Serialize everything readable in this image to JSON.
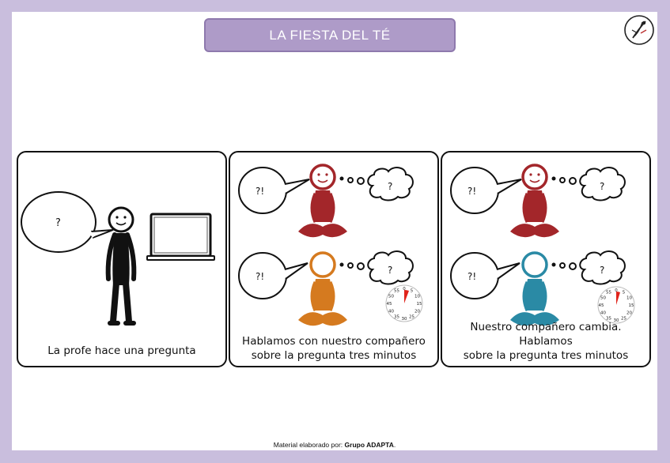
{
  "title": "LA FIESTA DEL TÉ",
  "panels": [
    {
      "caption": "La profe hace una pregunta",
      "bubble_text": "?"
    },
    {
      "caption_lines": [
        "Hablamos con nuestro compañero",
        "sobre la pregunta tres minutos"
      ],
      "speech_text": "?!",
      "thought_text": "?",
      "person_colors": [
        "#a3262a",
        "#d57a1f"
      ]
    },
    {
      "caption_lines": [
        "Nuestro compañero cambia. Hablamos",
        "sobre la pregunta tres minutos"
      ],
      "speech_text": "?!",
      "thought_text": "?",
      "person_colors": [
        "#a3262a",
        "#2a8aa5"
      ]
    }
  ],
  "timer_labels": [
    "0",
    "5",
    "10",
    "15",
    "20",
    "25",
    "30",
    "35",
    "40",
    "45",
    "50",
    "55"
  ],
  "footer": {
    "prefix": "Material elaborado por: ",
    "author": "Grupo ADAPTA",
    "suffix": "."
  },
  "colors": {
    "frame": "#c9bedd",
    "title_bg": "#ae9bc8",
    "timer_red": "#e0241b"
  },
  "icons": [
    "logo-icon",
    "laptop-icon",
    "teacher-icon",
    "speech-bubble-icon",
    "thought-bubble-icon",
    "timer-icon"
  ]
}
